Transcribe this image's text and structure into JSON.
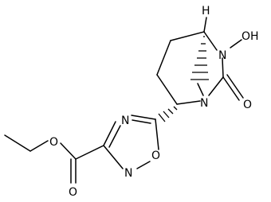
{
  "atoms": {
    "h_top": "H",
    "n_ring": "N",
    "oh": "OH",
    "n_bridge": "N",
    "o_carbonyl": "O",
    "n_oxadiazole_top": "N",
    "n_oxadiazole_bottom": "N",
    "o_oxadiazole": "O",
    "o_ester": "O",
    "o_ester_carbonyl": "O"
  }
}
